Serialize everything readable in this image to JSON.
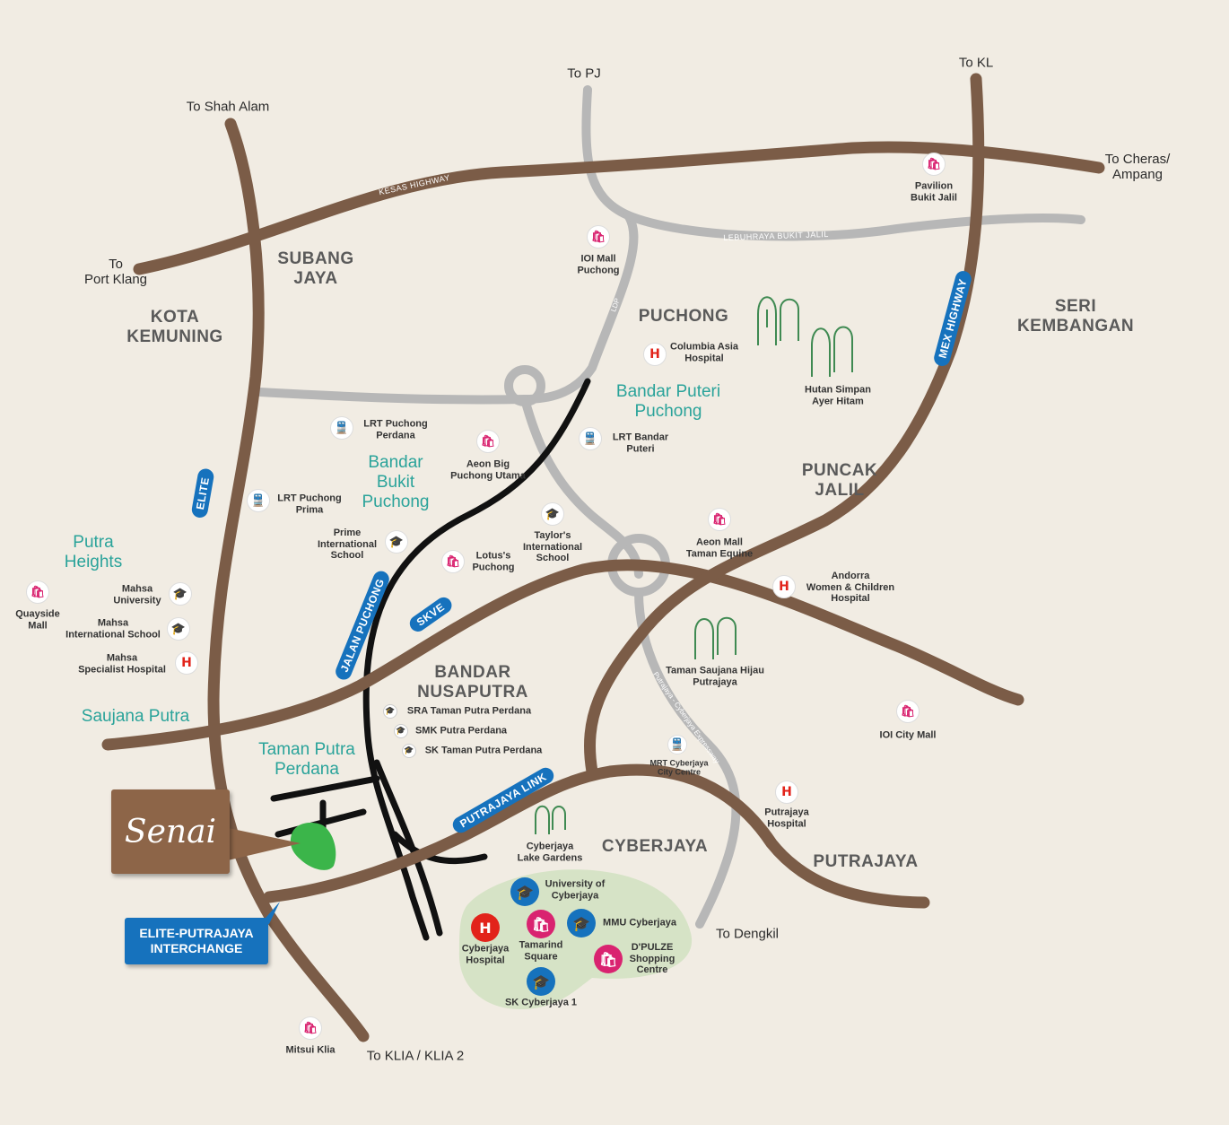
{
  "colors": {
    "background": "#f1ece3",
    "main_road": "#7b5c47",
    "secondary_road": "#b7b7b7",
    "expressway": "#111111",
    "highway_badge": "#1672bd",
    "teal_label": "#2aa39a",
    "area_label": "#5a5a5a",
    "cyberjaya_zone": "#d6e3c6",
    "senai_site": "#3bb54a",
    "senai_box": "#8d6548"
  },
  "areas": [
    {
      "name": "SUBANG\nJAYA"
    },
    {
      "name": "KOTA\nKEMUNING"
    },
    {
      "name": "PUCHONG"
    },
    {
      "name": "SERI KEMBANGAN"
    },
    {
      "name": "PUNCAK\nJALIL"
    },
    {
      "name": "BANDAR\nNUSAPUTRA"
    },
    {
      "name": "CYBERJAYA"
    },
    {
      "name": "PUTRAJAYA"
    }
  ],
  "teal_areas": [
    {
      "name": "Bandar Puteri\nPuchong"
    },
    {
      "name": "Bandar\nBukit\nPuchong"
    },
    {
      "name": "Putra\nHeights"
    },
    {
      "name": "Saujana Putra"
    },
    {
      "name": "Taman Putra\nPerdana"
    }
  ],
  "destinations": [
    {
      "text": "To Shah Alam"
    },
    {
      "text": "To PJ"
    },
    {
      "text": "To KL"
    },
    {
      "text": "To Cheras/\nAmpang"
    },
    {
      "text": "To\nPort Klang"
    },
    {
      "text": "To Dengkil"
    },
    {
      "text": "To KLIA / KLIA 2"
    }
  ],
  "highways": [
    {
      "text": "ELITE"
    },
    {
      "text": "MEX HIGHWAY"
    },
    {
      "text": "JALAN PUCHONG"
    },
    {
      "text": "SKVE"
    },
    {
      "text": "PUTRAJAYA LINK"
    }
  ],
  "road_texts": [
    {
      "text": "KESAS HIGHWAY"
    },
    {
      "text": "LEBUHRAYA BUKIT JALIL"
    }
  ],
  "gray_road_texts": [
    {
      "text": "LDP"
    },
    {
      "text": "Putrajaya - Cyberjaya Expressway"
    }
  ],
  "pois": [
    {
      "type": "mall",
      "label": "Pavilion\nBukit Jalil"
    },
    {
      "type": "mall",
      "label": "IOI Mall\nPuchong"
    },
    {
      "type": "hospital",
      "label": "Columbia Asia\nHospital"
    },
    {
      "type": "forest",
      "label": "Hutan Simpan\nAyer Hitam"
    },
    {
      "type": "rail",
      "label": "LRT Puchong\nPerdana"
    },
    {
      "type": "mall",
      "label": "Aeon Big\nPuchong Utama"
    },
    {
      "type": "rail",
      "label": "LRT Bandar\nPuteri"
    },
    {
      "type": "rail",
      "label": "LRT Puchong\nPrima"
    },
    {
      "type": "school",
      "label": "Prime\nInternational\nSchool"
    },
    {
      "type": "school",
      "label": "Taylor's\nInternational\nSchool"
    },
    {
      "type": "mall",
      "label": "Lotus's\nPuchong"
    },
    {
      "type": "mall",
      "label": "Aeon Mall\nTaman Equine"
    },
    {
      "type": "hospital",
      "label": "Andorra\nWomen & Children\nHospital"
    },
    {
      "type": "mall",
      "label": "Quayside\nMall"
    },
    {
      "type": "school",
      "label": "Mahsa\nUniversity"
    },
    {
      "type": "school",
      "label": "Mahsa\nInternational School"
    },
    {
      "type": "hospital",
      "label": "Mahsa\nSpecialist Hospital"
    },
    {
      "type": "forest",
      "label": "Taman Saujana Hijau\nPutrajaya"
    },
    {
      "type": "mall",
      "label": "IOI City Mall"
    },
    {
      "type": "rail",
      "label": "MRT Cyberjaya\nCity Centre"
    },
    {
      "type": "hospital",
      "label": "Putrajaya\nHospital"
    },
    {
      "type": "forest",
      "label": "Cyberjaya\nLake Gardens"
    },
    {
      "type": "mall",
      "label": "Mitsui Klia"
    }
  ],
  "small_schools": [
    {
      "label": "SRA Taman Putra Perdana"
    },
    {
      "label": "SMK Putra Perdana"
    },
    {
      "label": "SK Taman Putra Perdana"
    }
  ],
  "cyberjaya_pois": [
    {
      "type": "school",
      "label": "University of\nCyberjaya"
    },
    {
      "type": "hospital",
      "label": "Cyberjaya\nHospital"
    },
    {
      "type": "mall",
      "label": "Tamarind\nSquare"
    },
    {
      "type": "school",
      "label": "MMU Cyberjaya"
    },
    {
      "type": "mall",
      "label": "D'PULZE\nShopping\nCentre"
    },
    {
      "type": "school",
      "label": "SK Cyberjaya 1"
    }
  ],
  "senai": {
    "logo": "Senai"
  },
  "interchange": {
    "label": "ELITE-PUTRAJAYA\nINTERCHANGE"
  },
  "icons": {
    "mall": "shopping-bag-icon",
    "hospital": "hospital-h-icon",
    "school": "graduation-cap-icon",
    "rail": "train-icon",
    "forest": "tree-icon"
  }
}
